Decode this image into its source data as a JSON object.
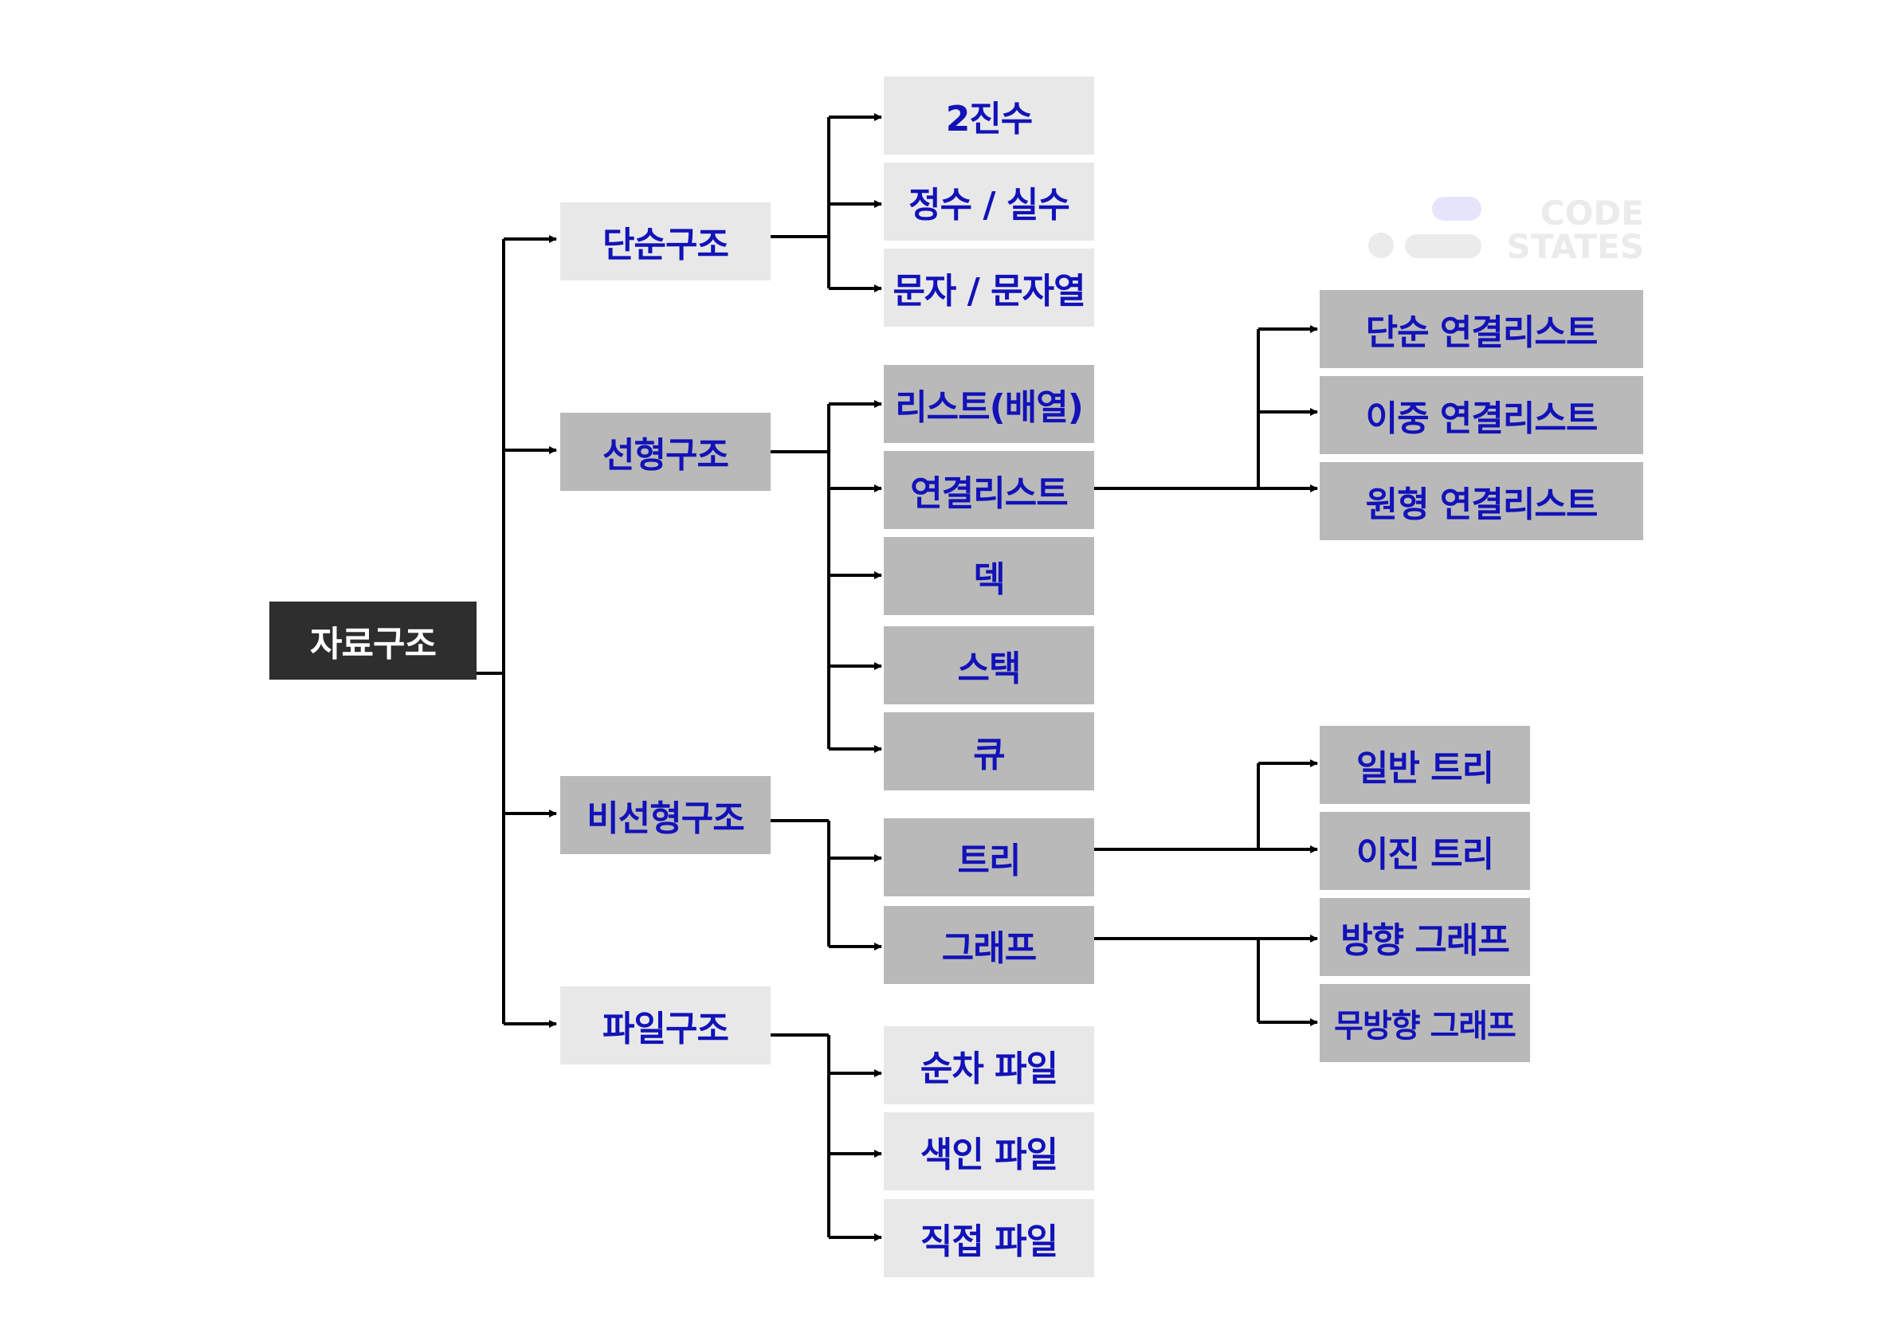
{
  "root": {
    "label": "자료구조"
  },
  "level1": [
    {
      "label": "단순구조"
    },
    {
      "label": "선형구조"
    },
    {
      "label": "비선형구조"
    },
    {
      "label": "파일구조"
    }
  ],
  "simple": [
    {
      "label": "2진수"
    },
    {
      "label": "정수 / 실수"
    },
    {
      "label": "문자 / 문자열"
    }
  ],
  "linear": [
    {
      "label": "리스트(배열)"
    },
    {
      "label": "연결리스트"
    },
    {
      "label": "덱"
    },
    {
      "label": "스택"
    },
    {
      "label": "큐"
    }
  ],
  "nonlinear": [
    {
      "label": "트리"
    },
    {
      "label": "그래프"
    }
  ],
  "file": [
    {
      "label": "순차 파일"
    },
    {
      "label": "색인 파일"
    },
    {
      "label": "직접 파일"
    }
  ],
  "linked_list_types": [
    {
      "label": "단순 연결리스트"
    },
    {
      "label": "이중 연결리스트"
    },
    {
      "label": "원형 연결리스트"
    }
  ],
  "tree_types": [
    {
      "label": "일반 트리"
    },
    {
      "label": "이진 트리"
    }
  ],
  "graph_types": [
    {
      "label": "방향 그래프"
    },
    {
      "label": "무방향 그래프"
    }
  ],
  "watermark": {
    "line1": "CODE",
    "line2": "STATES"
  },
  "colors": {
    "root_bg": "#2e2e2e",
    "light_box": "#e8e8e8",
    "dark_box": "#b9b9b9",
    "label_text": "#1212b8",
    "connector": "#000000"
  }
}
